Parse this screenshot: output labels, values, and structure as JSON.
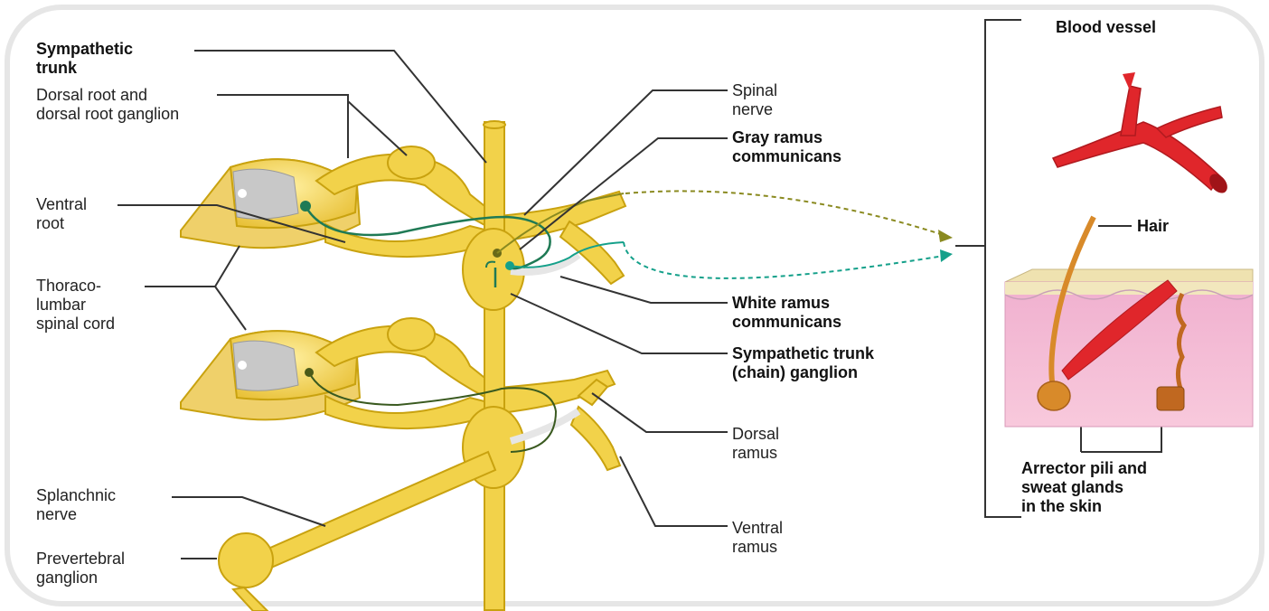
{
  "labels": {
    "sympathetic_trunk": "Sympathetic\ntrunk",
    "dorsal_root": "Dorsal root and\ndorsal root ganglion",
    "ventral_root": "Ventral\nroot",
    "thoracolumbar": "Thoraco-\nlumbar\nspinal cord",
    "splanchnic": "Splanchnic\nnerve",
    "prevertebral": "Prevertebral\nganglion",
    "spinal_nerve": "Spinal\nnerve",
    "gray_ramus": "Gray ramus\ncommunicans",
    "white_ramus": "White ramus\ncommunicans",
    "chain_ganglion": "Sympathetic trunk\n(chain) ganglion",
    "dorsal_ramus": "Dorsal\nramus",
    "ventral_ramus": "Ventral\nramus",
    "blood_vessel": "Blood vessel",
    "hair": "Hair",
    "arrector": "Arrector pili and\nsweat glands\nin the skin"
  },
  "colors": {
    "nerve": "#f2d24a",
    "nerve_stroke": "#c9a20f",
    "gray_matter": "#c8c8c8",
    "fiber_green": "#1f7a55",
    "fiber_olive": "#8a8a20",
    "fiber_teal": "#14a08a",
    "vessel": "#e0262b",
    "skin_pink": "#f4b3cf",
    "skin_top": "#efe2b0",
    "hair": "#d88a2a"
  }
}
